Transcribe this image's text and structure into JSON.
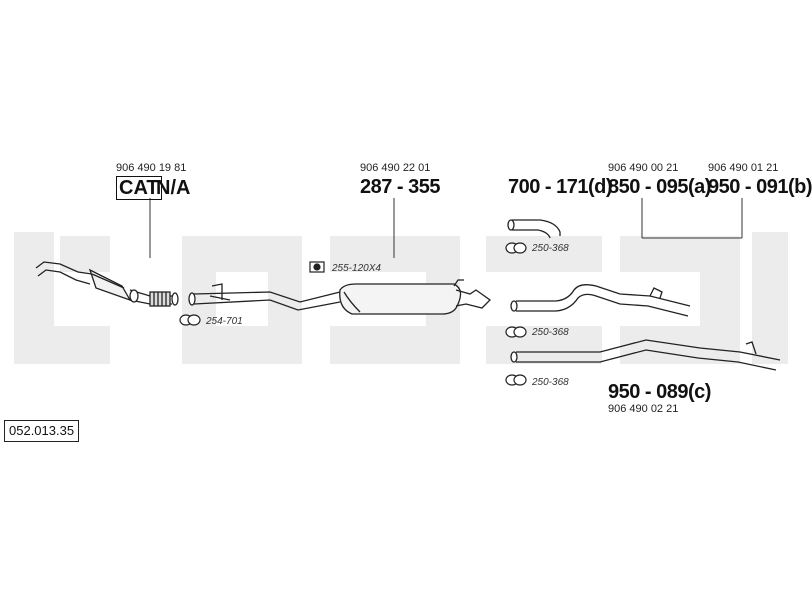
{
  "diagram": {
    "reference": "052.013.35",
    "catalyst": {
      "oem": "906 490 19 81",
      "label_boxed": "CAT",
      "label": "N/A",
      "clamp": "254-701"
    },
    "middle_silencer": {
      "oem": "906 490 22 01",
      "part": "287 - 355",
      "mount": "255-120X4"
    },
    "end_pipe_d": {
      "part": "700 - 171(d)",
      "clamp": "250-368"
    },
    "tail_pipe_a": {
      "oem": "906 490 00 21",
      "part": "850 - 095(a)",
      "clamp": "250-368"
    },
    "tail_pipe_b": {
      "oem": "906 490 01 21",
      "part": "950 - 091(b)"
    },
    "tail_pipe_c": {
      "oem": "906 490 02 21",
      "part": "950 - 089(c)",
      "clamp": "250-368"
    }
  }
}
